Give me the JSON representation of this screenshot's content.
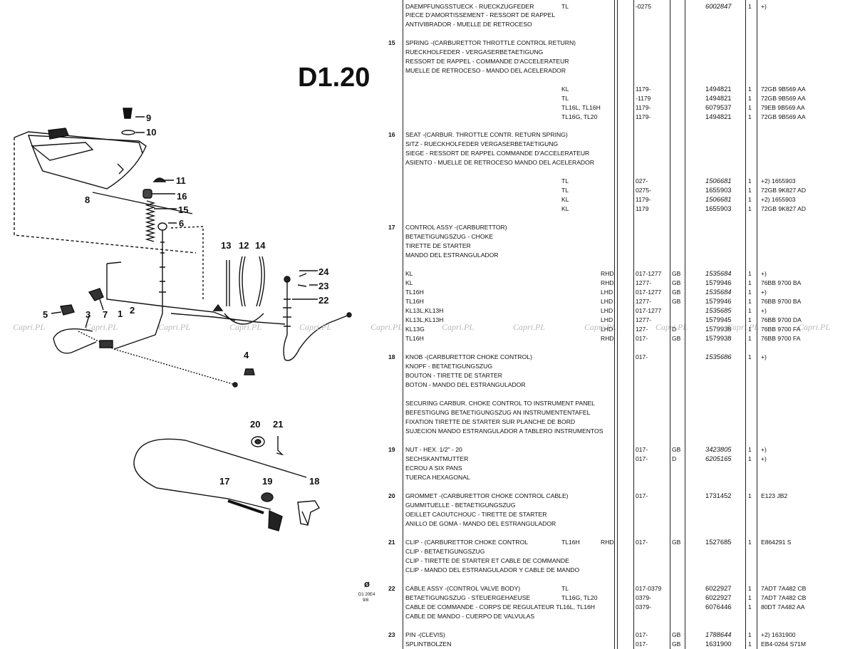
{
  "page_title": "D1.20",
  "diagram": {
    "callouts": [
      "9",
      "10",
      "8",
      "11",
      "16",
      "15",
      "6",
      "13",
      "12",
      "14",
      "24",
      "23",
      "22",
      "5",
      "3",
      "7",
      "1",
      "2",
      "4",
      "20",
      "21",
      "17",
      "19",
      "18"
    ],
    "footnote_lines": [
      "D1 20E4",
      "9/8"
    ],
    "watermark": "Capri.PL"
  },
  "rows": [
    {
      "item": "",
      "desc": "DAEMPFUNGSSTUECK - RUECKZUGFEDER",
      "spec": "TL",
      "side": "",
      "date": "-0275",
      "cc": "",
      "part": "6002847",
      "qty": "1",
      "remark": "+)"
    },
    {
      "item": "",
      "desc": "PIECE D'AMORTISSEMENT - RESSORT DE RAPPEL",
      "spec": "",
      "side": "",
      "date": "",
      "cc": "",
      "part": "",
      "qty": "",
      "remark": ""
    },
    {
      "item": "",
      "desc": "ANTIVIBRADOR - MUELLE DE RETROCESO",
      "spec": "",
      "side": "",
      "date": "",
      "cc": "",
      "part": "",
      "qty": "",
      "remark": ""
    },
    {
      "item": "15",
      "desc": "SPRING -(CARBURETTOR THROTTLE CONTROL RETURN)",
      "spec": "",
      "side": "",
      "date": "",
      "cc": "",
      "part": "",
      "qty": "",
      "remark": ""
    },
    {
      "item": "",
      "desc": "RUECKHOLFEDER - VERGASERBETAETIGUNG",
      "spec": "",
      "side": "",
      "date": "",
      "cc": "",
      "part": "",
      "qty": "",
      "remark": ""
    },
    {
      "item": "",
      "desc": "RESSORT DE RAPPEL - COMMANDE D'ACCELERATEUR",
      "spec": "",
      "side": "",
      "date": "",
      "cc": "",
      "part": "",
      "qty": "",
      "remark": ""
    },
    {
      "item": "",
      "desc": "MUELLE DE RETROCESO - MANDO DEL ACELERADOR",
      "spec": "",
      "side": "",
      "date": "",
      "cc": "",
      "part": "",
      "qty": "",
      "remark": ""
    },
    {
      "item": "",
      "desc": "",
      "spec": "KL",
      "side": "",
      "date": "1179-",
      "cc": "",
      "part": "1494821",
      "qty": "1",
      "remark": "72GB 9B569 AA"
    },
    {
      "item": "",
      "desc": "",
      "spec": "TL",
      "side": "",
      "date": "-1179",
      "cc": "",
      "part": "1494821",
      "qty": "1",
      "remark": "72GB 9B569 AA"
    },
    {
      "item": "",
      "desc": "",
      "spec": "TL16L, TL16H",
      "side": "",
      "date": "1179-",
      "cc": "",
      "part": "6079537",
      "qty": "1",
      "remark": "79EB 9B569 AA"
    },
    {
      "item": "",
      "desc": "",
      "spec": "TL16G, TL20",
      "side": "",
      "date": "1179-",
      "cc": "",
      "part": "1494821",
      "qty": "1",
      "remark": "72GB 9B569 AA"
    },
    {
      "item": "16",
      "desc": "SEAT -(CARBUR. THROTTLE CONTR. RETURN SPRING)",
      "spec": "",
      "side": "",
      "date": "",
      "cc": "",
      "part": "",
      "qty": "",
      "remark": ""
    },
    {
      "item": "",
      "desc": "SITZ - RUECKHOLFEDER VERGASERBETAETIGUNG",
      "spec": "",
      "side": "",
      "date": "",
      "cc": "",
      "part": "",
      "qty": "",
      "remark": ""
    },
    {
      "item": "",
      "desc": "SIEGE - RESSORT DE RAPPEL COMMANDE D'ACCELERATEUR",
      "spec": "",
      "side": "",
      "date": "",
      "cc": "",
      "part": "",
      "qty": "",
      "remark": ""
    },
    {
      "item": "",
      "desc": "ASIENTO - MUELLE DE RETROCESO MANDO DEL ACELERADOR",
      "spec": "",
      "side": "",
      "date": "",
      "cc": "",
      "part": "",
      "qty": "",
      "remark": ""
    },
    {
      "item": "",
      "desc": "",
      "spec": "TL",
      "side": "",
      "date": "027-",
      "cc": "",
      "part": "1506681",
      "qty": "1",
      "remark": "+2) 1655903"
    },
    {
      "item": "",
      "desc": "",
      "spec": "TL",
      "side": "",
      "date": "0275-",
      "cc": "",
      "part": "1655903",
      "qty": "1",
      "remark": "72GB 9K827 AD"
    },
    {
      "item": "",
      "desc": "",
      "spec": "KL",
      "side": "",
      "date": "1179-",
      "cc": "",
      "part": "1506681",
      "qty": "1",
      "remark": "+2) 1655903"
    },
    {
      "item": "",
      "desc": "",
      "spec": "KL",
      "side": "",
      "date": "1179",
      "cc": "",
      "part": "1655903",
      "qty": "1",
      "remark": "72GB 9K827 AD"
    },
    {
      "item": "17",
      "desc": "CONTROL ASSY -(CARBURETTOR)",
      "spec": "",
      "side": "",
      "date": "",
      "cc": "",
      "part": "",
      "qty": "",
      "remark": ""
    },
    {
      "item": "",
      "desc": "BETAETIGUNGSZUG - CHOKE",
      "spec": "",
      "side": "",
      "date": "",
      "cc": "",
      "part": "",
      "qty": "",
      "remark": ""
    },
    {
      "item": "",
      "desc": "TIRETTE DE STARTER",
      "spec": "",
      "side": "",
      "date": "",
      "cc": "",
      "part": "",
      "qty": "",
      "remark": ""
    },
    {
      "item": "",
      "desc": "MANDO DEL ESTRANGULADOR",
      "spec": "",
      "side": "",
      "date": "",
      "cc": "",
      "part": "",
      "qty": "",
      "remark": ""
    },
    {
      "item": "",
      "desc": "KL",
      "spec": "",
      "side": "RHD",
      "date": "017-1277",
      "cc": "GB",
      "part": "1535684",
      "qty": "1",
      "remark": "+)"
    },
    {
      "item": "",
      "desc": "KL",
      "spec": "",
      "side": "RHD",
      "date": "1277-",
      "cc": "GB",
      "part": "1579946",
      "qty": "1",
      "remark": "76BB 9700 BA"
    },
    {
      "item": "",
      "desc": "TL16H",
      "spec": "",
      "side": "LHD",
      "date": "017-1277",
      "cc": "GB",
      "part": "1535684",
      "qty": "1",
      "remark": "+)"
    },
    {
      "item": "",
      "desc": "TL16H",
      "spec": "",
      "side": "LHD",
      "date": "1277-",
      "cc": "GB",
      "part": "1579946",
      "qty": "1",
      "remark": "76BB 9700 BA"
    },
    {
      "item": "",
      "desc": "KL13L,KL13H",
      "spec": "",
      "side": "LHD",
      "date": "017-1277",
      "cc": "",
      "part": "1535685",
      "qty": "1",
      "remark": "+)"
    },
    {
      "item": "",
      "desc": "KL13L,KL13H",
      "spec": "",
      "side": "LHD",
      "date": "1277-",
      "cc": "",
      "part": "1579945",
      "qty": "1",
      "remark": "76BB 9700 DA"
    },
    {
      "item": "",
      "desc": "KL13G",
      "spec": "",
      "side": "LHD",
      "date": "127-",
      "cc": "D",
      "part": "1579938",
      "qty": "1",
      "remark": "76BB 9700 FA"
    },
    {
      "item": "",
      "desc": "TL16H",
      "spec": "",
      "side": "RHD",
      "date": "017-",
      "cc": "GB",
      "part": "1579938",
      "qty": "1",
      "remark": "76BB 9700 FA"
    },
    {
      "item": "18",
      "desc": "KNOB -(CARBURETTOR CHOKE CONTROL)",
      "spec": "",
      "side": "",
      "date": "017-",
      "cc": "",
      "part": "1535686",
      "qty": "1",
      "remark": "+)"
    },
    {
      "item": "",
      "desc": "KNOPF - BETAETIGUNGSZUG",
      "spec": "",
      "side": "",
      "date": "",
      "cc": "",
      "part": "",
      "qty": "",
      "remark": ""
    },
    {
      "item": "",
      "desc": "BOUTON - TIRETTE DE STARTER",
      "spec": "",
      "side": "",
      "date": "",
      "cc": "",
      "part": "",
      "qty": "",
      "remark": ""
    },
    {
      "item": "",
      "desc": "BOTON - MANDO DEL ESTRANGULADOR",
      "spec": "",
      "side": "",
      "date": "",
      "cc": "",
      "part": "",
      "qty": "",
      "remark": ""
    },
    {
      "item": "",
      "desc": "SECURING CARBUR. CHOKE CONTROL TO INSTRUMENT PANEL",
      "spec": "",
      "side": "",
      "date": "",
      "cc": "",
      "part": "",
      "qty": "",
      "remark": ""
    },
    {
      "item": "",
      "desc": "BEFESTIGUNG BETAETIGUNGSZUG AN INSTRUMENTENTAFEL",
      "spec": "",
      "side": "",
      "date": "",
      "cc": "",
      "part": "",
      "qty": "",
      "remark": ""
    },
    {
      "item": "",
      "desc": "FIXATION TIRETTE DE STARTER SUR PLANCHE DE BORD",
      "spec": "",
      "side": "",
      "date": "",
      "cc": "",
      "part": "",
      "qty": "",
      "remark": ""
    },
    {
      "item": "",
      "desc": "SUJECION MANDO ESTRANGULADOR A TABLERO INSTRUMENTOS",
      "spec": "",
      "side": "",
      "date": "",
      "cc": "",
      "part": "",
      "qty": "",
      "remark": ""
    },
    {
      "item": "19",
      "desc": "   NUT - HEX.              1/2\" - 20",
      "spec": "",
      "side": "",
      "date": "017-",
      "cc": "GB",
      "part": "3423805",
      "qty": "1",
      "remark": "+)"
    },
    {
      "item": "",
      "desc": "   SECHSKANTMUTTER",
      "spec": "",
      "side": "",
      "date": "017-",
      "cc": "D",
      "part": "6205165",
      "qty": "1",
      "remark": "+)"
    },
    {
      "item": "",
      "desc": "   ECROU A SIX PANS",
      "spec": "",
      "side": "",
      "date": "",
      "cc": "",
      "part": "",
      "qty": "",
      "remark": ""
    },
    {
      "item": "",
      "desc": "   TUERCA HEXAGONAL",
      "spec": "",
      "side": "",
      "date": "",
      "cc": "",
      "part": "",
      "qty": "",
      "remark": ""
    },
    {
      "item": "20",
      "desc": "GROMMET -(CARBURETTOR CHOKE CONTROL CABLE)",
      "spec": "",
      "side": "",
      "date": "017-",
      "cc": "",
      "part": "1731452",
      "qty": "1",
      "remark": "E123 JB2"
    },
    {
      "item": "",
      "desc": "GUMMITUELLE - BETAETIGUNGSZUG",
      "spec": "",
      "side": "",
      "date": "",
      "cc": "",
      "part": "",
      "qty": "",
      "remark": ""
    },
    {
      "item": "",
      "desc": "OEILLET CAOUTCHOUC - TIRETTE DE STARTER",
      "spec": "",
      "side": "",
      "date": "",
      "cc": "",
      "part": "",
      "qty": "",
      "remark": ""
    },
    {
      "item": "",
      "desc": "ANILLO DE GOMA - MANDO DEL ESTRANGULADOR",
      "spec": "",
      "side": "",
      "date": "",
      "cc": "",
      "part": "",
      "qty": "",
      "remark": ""
    },
    {
      "item": "21",
      "desc": "CLIP - (CARBURETTOR CHOKE CONTROL",
      "spec": "TL16H",
      "side": "RHD",
      "date": "017-",
      "cc": "GB",
      "part": "1527685",
      "qty": "1",
      "remark": "E864291 S"
    },
    {
      "item": "",
      "desc": "CLIP - BETAETIGUNGSZUG",
      "spec": "",
      "side": "",
      "date": "",
      "cc": "",
      "part": "",
      "qty": "",
      "remark": ""
    },
    {
      "item": "",
      "desc": "CLIP - TIRETTE DE STARTER ET CABLE DE COMMANDE",
      "spec": "",
      "side": "",
      "date": "",
      "cc": "",
      "part": "",
      "qty": "",
      "remark": ""
    },
    {
      "item": "",
      "desc": "CLIP - MANDO DEL ESTRANGULADOR Y CABLE DE MANDO",
      "spec": "",
      "side": "",
      "date": "",
      "cc": "",
      "part": "",
      "qty": "",
      "remark": ""
    },
    {
      "item": "22",
      "desc": "CABLE ASSY -(CONTROL VALVE BODY)",
      "spec": "TL",
      "side": "",
      "date": "017-0379",
      "cc": "",
      "part": "6022927",
      "qty": "1",
      "remark": "7ADT 7A482 CB"
    },
    {
      "item": "",
      "desc": "BETAETIGUNGSZUG - STEUERGEHAEUSE",
      "spec": "TL16G, TL20",
      "side": "",
      "date": "0379-",
      "cc": "",
      "part": "6022927",
      "qty": "1",
      "remark": "7ADT 7A482 CB"
    },
    {
      "item": "",
      "desc": "CABLE DE COMMANDE - CORPS DE REGULATEUR TL16L, TL16H",
      "spec": "",
      "side": "",
      "date": "0379-",
      "cc": "",
      "part": "6076446",
      "qty": "1",
      "remark": "80DT 7A482 AA"
    },
    {
      "item": "",
      "desc": "CABLE DE MANDO - CUERPO DE VALVULAS",
      "spec": "",
      "side": "",
      "date": "",
      "cc": "",
      "part": "",
      "qty": "",
      "remark": ""
    },
    {
      "item": "23",
      "desc": "PIN -(CLEVIS)",
      "spec": "",
      "side": "",
      "date": "017-",
      "cc": "GB",
      "part": "1788644",
      "qty": "1",
      "remark": "+2) 1631900"
    },
    {
      "item": "",
      "desc": "SPLINTBOLZEN",
      "spec": "",
      "side": "",
      "date": "017-",
      "cc": "GB",
      "part": "1631900",
      "qty": "1",
      "remark": "EB4-0264 S71M"
    }
  ]
}
